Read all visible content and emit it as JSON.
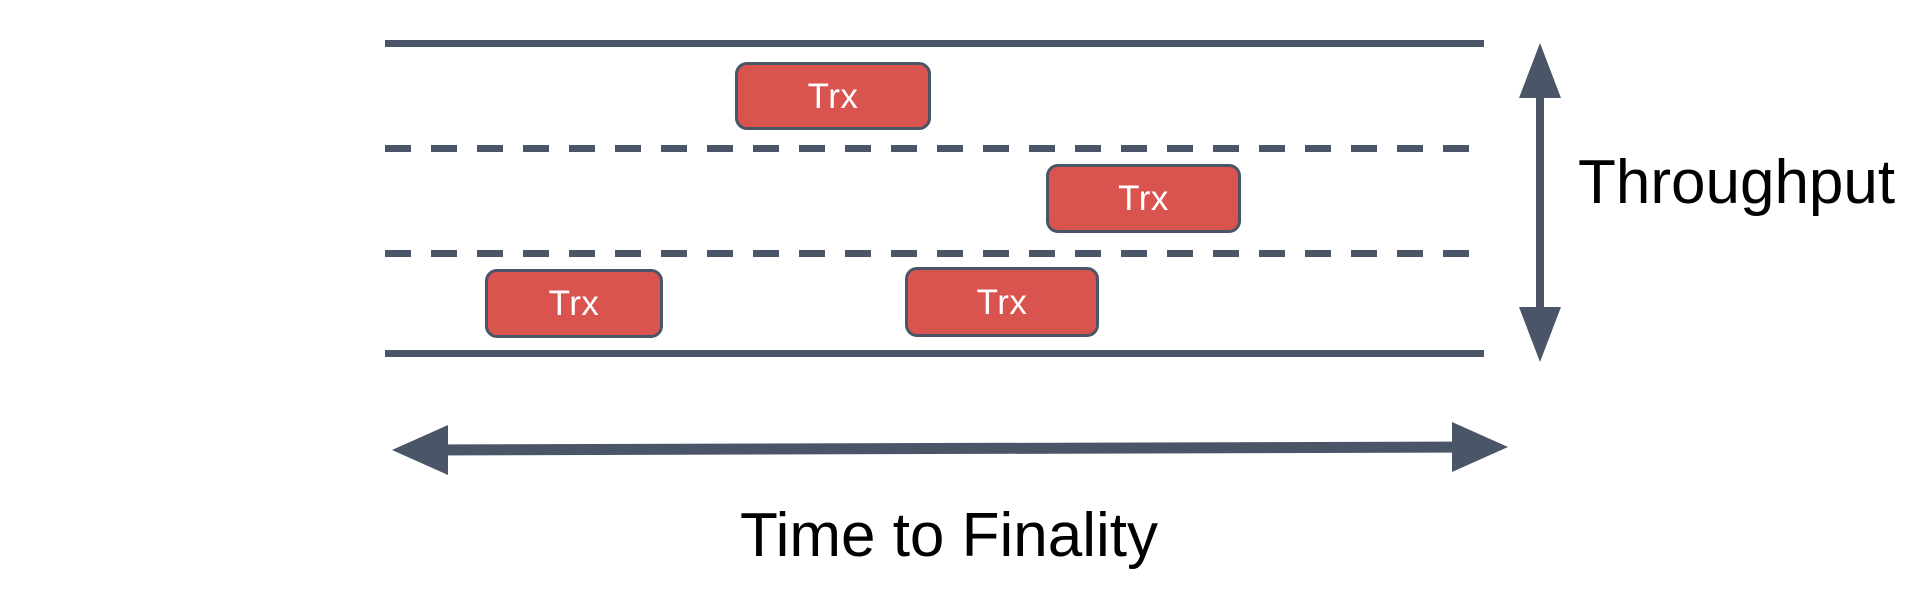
{
  "diagram": {
    "title_vertical_axis": "Throughput",
    "title_horizontal_axis": "Time to Finality",
    "colors": {
      "block_fill": "#d9534f",
      "block_stroke": "#4a5568",
      "line": "#4a5568",
      "arrow": "#4a5568",
      "block_text": "#ffffff",
      "label_text": "#000000",
      "background": "#ffffff"
    },
    "lanes": [
      {
        "name": "lane-boundary-top",
        "style": "solid"
      },
      {
        "name": "lane-divider-upper",
        "style": "dashed"
      },
      {
        "name": "lane-divider-lower",
        "style": "dashed"
      },
      {
        "name": "lane-boundary-bottom",
        "style": "solid"
      }
    ],
    "blocks": [
      {
        "label": "Trx",
        "lane": 1
      },
      {
        "label": "Trx",
        "lane": 2
      },
      {
        "label": "Trx",
        "lane": 3
      },
      {
        "label": "Trx",
        "lane": 3
      }
    ],
    "arrows": [
      {
        "name": "throughput-arrow",
        "orientation": "vertical",
        "heads": "both"
      },
      {
        "name": "time-to-finality-arrow",
        "orientation": "horizontal",
        "heads": "both"
      }
    ]
  }
}
